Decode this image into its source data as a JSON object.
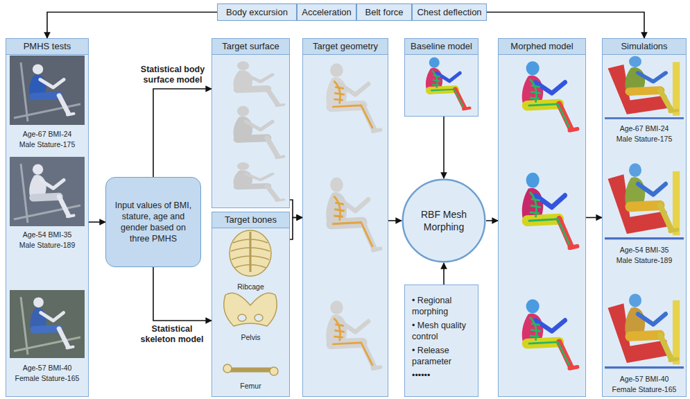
{
  "diagram": {
    "nodes": [
      {
        "text": [
          "Body excursion"
        ]
      },
      {
        "text": [
          "Acceleration"
        ]
      },
      {
        "text": [
          "Belt force"
        ]
      },
      {
        "text": [
          "Chest deflection"
        ]
      },
      {
        "text": [
          "PMHS tests",
          "Age-67 BMI-24",
          "Male Stature-175",
          "Age-54 BMI-35",
          "Male Stature-189",
          "Age-57 BMI-40",
          "Female Stature-165"
        ]
      },
      {
        "text": [
          "Input values of BMI, stature, age and gender based on three PMHS"
        ]
      },
      {
        "text": [
          "Target surface"
        ]
      },
      {
        "text": [
          "Target bones",
          "Ribcage",
          "Pelvis",
          "Femur"
        ]
      },
      {
        "text": [
          "Target geometry"
        ]
      },
      {
        "text": [
          "Baseline model"
        ]
      },
      {
        "text": [
          "RBF Mesh Morphing"
        ]
      },
      {
        "text": [
          "• Regional morphing",
          "• Mesh quality control",
          "• Release parameter",
          "••••••"
        ]
      },
      {
        "text": [
          "Morphed model"
        ]
      },
      {
        "text": [
          "Simulations",
          "Age-67 BMI-24",
          "Male Stature-175",
          "Age-54 BMI-35",
          "Male Stature-189",
          "Age-57 BMI-40",
          "Female Stature-165"
        ]
      }
    ],
    "edges": [
      {
        "from": 0,
        "to": 4,
        "arrow": "to"
      },
      {
        "from": 3,
        "to": 13,
        "arrow": "to"
      },
      {
        "from": 4,
        "to": 5,
        "arrow": "to"
      },
      {
        "from": 5,
        "to": 6,
        "arrow": "to"
      },
      {
        "from": 5,
        "to": 7,
        "arrow": "to"
      },
      {
        "from": 6,
        "to": 8,
        "arrow": "to"
      },
      {
        "from": 7,
        "to": 8,
        "arrow": "to"
      },
      {
        "from": 8,
        "to": 10,
        "arrow": "to"
      },
      {
        "from": 9,
        "to": 10,
        "arrow": "to"
      },
      {
        "from": 11,
        "to": 10,
        "arrow": "to"
      },
      {
        "from": 10,
        "to": 12,
        "arrow": "to"
      },
      {
        "from": 12,
        "to": 13,
        "arrow": "to"
      }
    ],
    "labels": [
      "Statistical body surface model",
      "Statistical skeleton model"
    ]
  }
}
